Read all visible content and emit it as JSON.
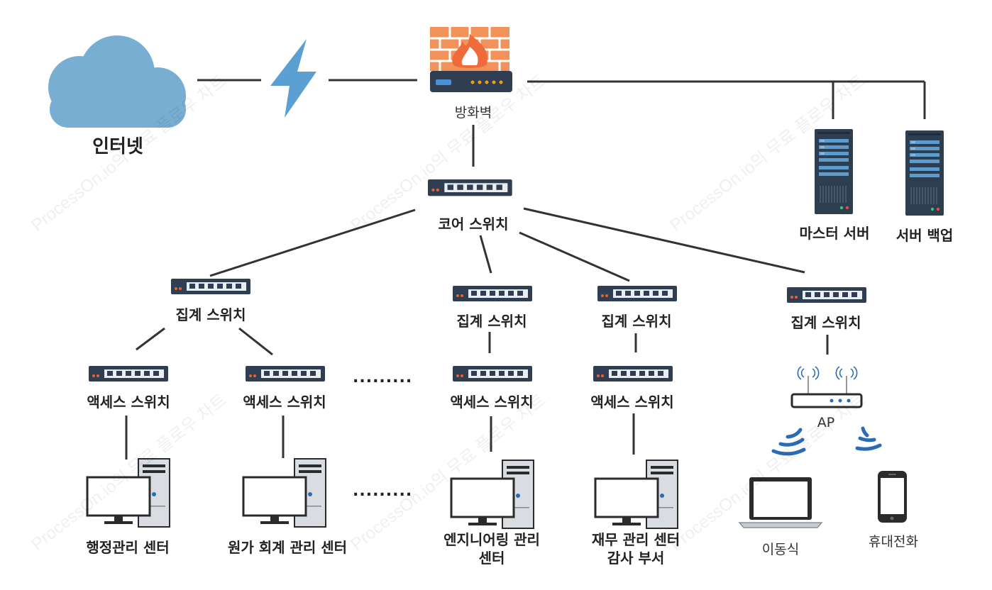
{
  "watermark": "ProcessOn.io의 무료 플로우 차트",
  "labels": {
    "internet": "인터넷",
    "firewall": "방화벽",
    "core_switch": "코어 스위치",
    "master_server": "마스터 서버",
    "server_backup": "서버 백업",
    "agg_switch": "집계 스위치",
    "access_switch": "액세스 스위치",
    "ap": "AP",
    "admin_center": "행정관리 센터",
    "cost_center": "원가 회계 관리 센터",
    "eng_center_1": "엔지니어링 관리",
    "eng_center_2": "센터",
    "finance_1": "재무 관리 센터",
    "finance_2": "감사 부서",
    "laptop": "이동식",
    "phone": "휴대전화"
  },
  "ellipsis": ".........",
  "colors": {
    "line": "#333333",
    "switch_body": "#2f3e52",
    "switch_panel": "#e9eef3",
    "cloud": "#79aed3",
    "bolt": "#5b9fd3",
    "brick": "#f0925a",
    "flame": "#ef6c3a",
    "server": "#2c3e50",
    "wifi": "#2c6bb5"
  }
}
